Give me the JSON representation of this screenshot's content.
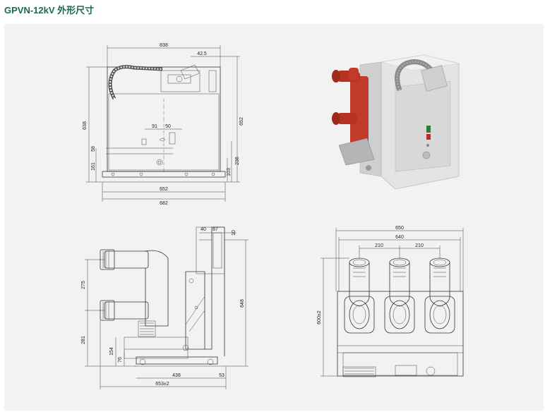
{
  "header": {
    "title": "GPVN-12kV 外形尺寸"
  },
  "front_view": {
    "dims": {
      "width_top": "838",
      "offset_top": "42.5",
      "height_left": "638",
      "height_right": "652",
      "d_91": "91",
      "d_50": "50",
      "d_58": "58",
      "d_161": "161",
      "d_103": "103",
      "d_236": "236",
      "width_652": "652",
      "width_682": "682"
    }
  },
  "side_view": {
    "dims": {
      "d_40": "40",
      "d_87": "87",
      "d_10": "10",
      "d_275": "275",
      "d_281": "281",
      "d_154": "154",
      "d_76": "76",
      "d_648": "648",
      "d_438": "438",
      "d_53": "53",
      "d_653": "653±2"
    }
  },
  "top_view": {
    "dims": {
      "d_650": "650",
      "d_640": "640",
      "d_210a": "210",
      "d_210b": "210",
      "d_600": "600±2"
    }
  },
  "photo": {
    "colors": {
      "pole": "#c23a2a",
      "body": "#dedede",
      "hose": "#8a8a8a"
    }
  }
}
